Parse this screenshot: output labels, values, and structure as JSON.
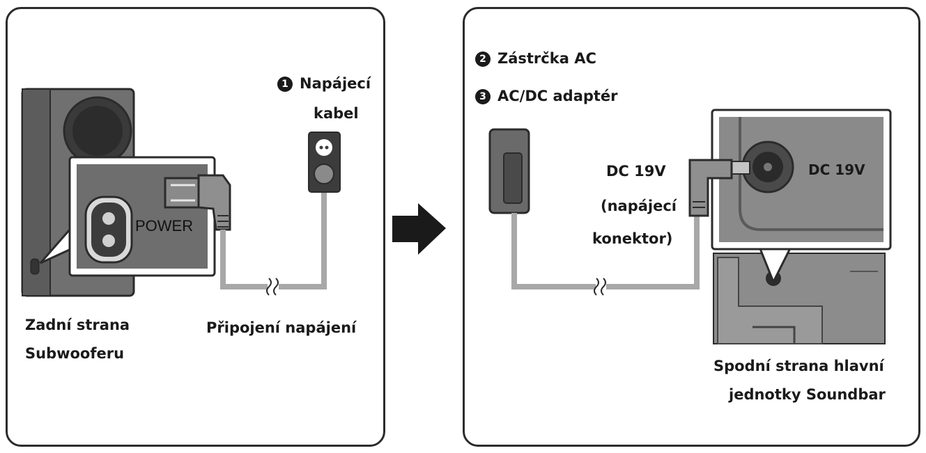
{
  "left": {
    "power_label": "POWER",
    "callout_1": {
      "num": "1",
      "line1": "Napájecí",
      "line2": "kabel"
    },
    "caption_subwoofer": {
      "line1": "Zadní strana",
      "line2": "Subwooferu"
    },
    "caption_connection": "Připojení napájení"
  },
  "right": {
    "callout_2": {
      "num": "2",
      "text": "Zástrčka AC"
    },
    "callout_3": {
      "num": "3",
      "text": "AC/DC adaptér"
    },
    "dc_label": {
      "line1": "DC 19V",
      "line2": "(napájecí",
      "line3": "konektor)"
    },
    "dc_port_label": "DC 19V",
    "caption_soundbar": {
      "line1": "Spodní strana hlavní",
      "line2": "jednotky Soundbar"
    }
  },
  "colors": {
    "outline": "#2b2b2b",
    "device_gray": "#6e6e6e",
    "device_dark": "#3c3c3c",
    "cable_gray": "#a8a8a8"
  }
}
